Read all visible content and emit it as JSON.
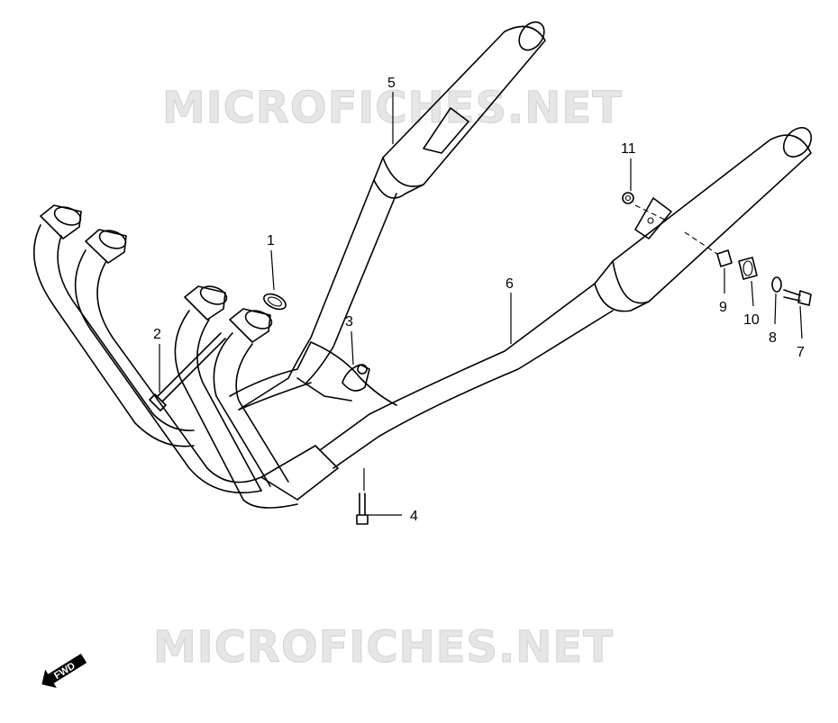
{
  "watermark": {
    "text": "MICROFICHES.NET"
  },
  "direction_badge": {
    "label": "FWD"
  },
  "callouts": [
    {
      "id": "1",
      "label": "1"
    },
    {
      "id": "2",
      "label": "2"
    },
    {
      "id": "3",
      "label": "3"
    },
    {
      "id": "4",
      "label": "4"
    },
    {
      "id": "5",
      "label": "5"
    },
    {
      "id": "6",
      "label": "6"
    },
    {
      "id": "7",
      "label": "7"
    },
    {
      "id": "8",
      "label": "8"
    },
    {
      "id": "9",
      "label": "9"
    },
    {
      "id": "10",
      "label": "10"
    },
    {
      "id": "11",
      "label": "11"
    }
  ],
  "colors": {
    "line": "#000000",
    "watermark": "#e6e6e6",
    "background": "#ffffff"
  }
}
